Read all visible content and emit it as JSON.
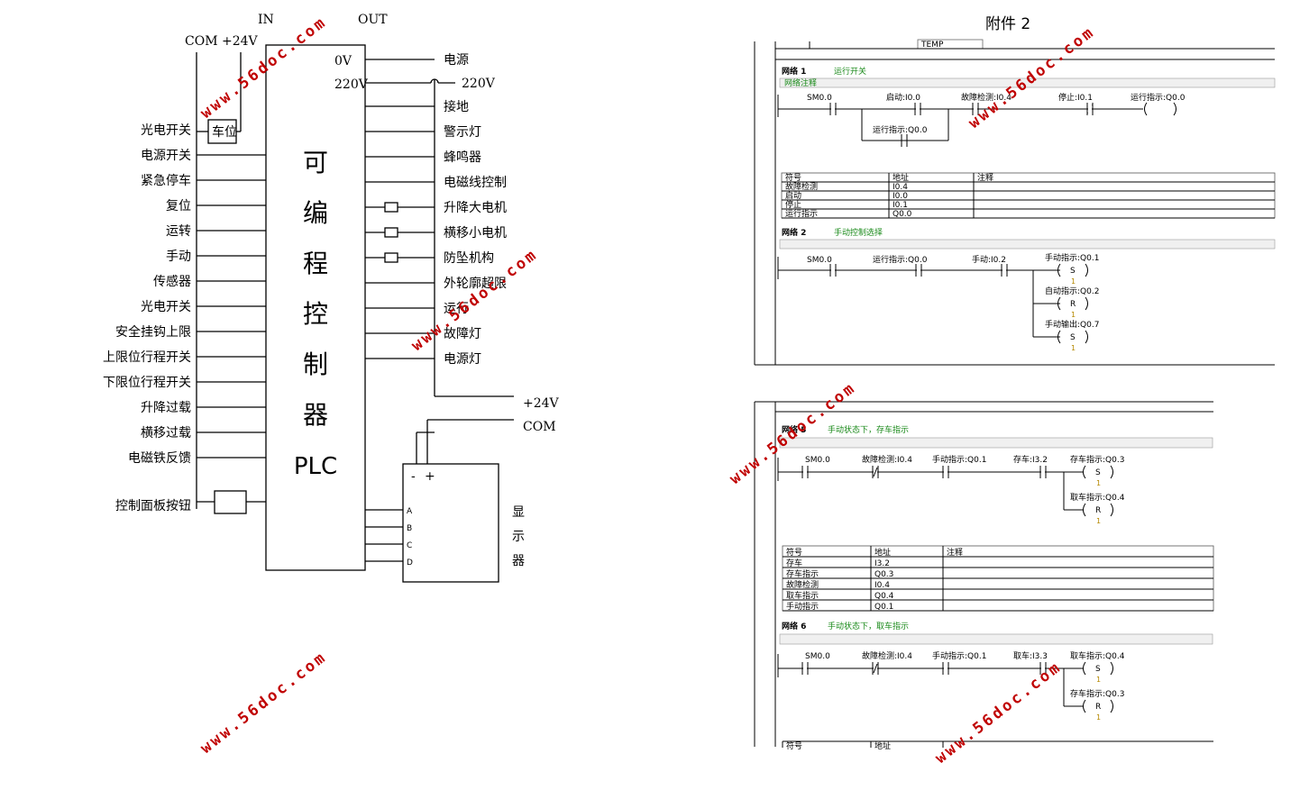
{
  "wiring": {
    "top_labels": {
      "com": "COM",
      "v24": "+24V",
      "in": "IN",
      "out": "OUT"
    },
    "position_box": "车位",
    "inputs": [
      "光电开关",
      "电源开关",
      "紧急停车",
      "复位",
      "运转",
      "手动",
      "传感器",
      "光电开关",
      "安全挂钩上限",
      "上限位行程开关",
      "下限位行程开关",
      "升降过载",
      "横移过载",
      "电磁铁反馈"
    ],
    "panel_button": "控制面板按钮",
    "plc_label": [
      "可",
      "编",
      "程",
      "控",
      "制",
      "器",
      "PLC"
    ],
    "plc_top": {
      "ov": "0V",
      "v220": "220V"
    },
    "outputs": [
      "电源",
      "接地",
      "警示灯",
      "蜂鸣器",
      "电磁线控制",
      "升降大电机",
      "横移小电机",
      "防坠机构",
      "外轮廓超限",
      "运行",
      "故障灯",
      "电源灯"
    ],
    "supply_220": "220V",
    "supply": {
      "v24": "+24V",
      "com": "COM"
    },
    "display": {
      "terminals": [
        "-",
        "+"
      ],
      "pins": [
        "A",
        "B",
        "C",
        "D"
      ],
      "label": [
        "显",
        "示",
        "器"
      ]
    }
  },
  "attachment_title": "附件 2",
  "ladder_top": {
    "temp_header": "TEMP",
    "network1": {
      "title": "网络 1",
      "comment": "运行开关",
      "note": "网络注释",
      "contacts": [
        "SM0.0",
        "启动:I0.0",
        "故障检测:I0.4",
        "停止:I0.1"
      ],
      "coil": "运行指示:Q0.0",
      "branch": "运行指示:Q0.0",
      "table_headers": [
        "符号",
        "地址",
        "注释"
      ],
      "table_rows": [
        [
          "故障检测",
          "I0.4"
        ],
        [
          "启动",
          "I0.0"
        ],
        [
          "停止",
          "I0.1"
        ],
        [
          "运行指示",
          "Q0.0"
        ]
      ]
    },
    "network2": {
      "title": "网络 2",
      "comment": "手动控制选择",
      "contacts": [
        "SM0.0",
        "运行指示:Q0.0",
        "手动:I0.2"
      ],
      "coils": [
        {
          "name": "手动指示:Q0.1",
          "op": "S",
          "n": "1"
        },
        {
          "name": "自动指示:Q0.2",
          "op": "R",
          "n": "1"
        },
        {
          "name": "手动输出:Q0.7",
          "op": "S",
          "n": "1"
        }
      ]
    }
  },
  "ladder_bottom": {
    "network5": {
      "title": "网络 5",
      "comment": "手动状态下，存车指示",
      "contacts": [
        "SM0.0",
        "故障检测:I0.4",
        "手动指示:Q0.1",
        "存车:I3.2"
      ],
      "coils": [
        {
          "name": "存车指示:Q0.3",
          "op": "S",
          "n": "1"
        },
        {
          "name": "取车指示:Q0.4",
          "op": "R",
          "n": "1"
        }
      ],
      "table_headers": [
        "符号",
        "地址",
        "注释"
      ],
      "table_rows": [
        [
          "存车",
          "I3.2"
        ],
        [
          "存车指示",
          "Q0.3"
        ],
        [
          "故障检测",
          "I0.4"
        ],
        [
          "取车指示",
          "Q0.4"
        ],
        [
          "手动指示",
          "Q0.1"
        ]
      ]
    },
    "network6": {
      "title": "网络 6",
      "comment": "手动状态下，取车指示",
      "contacts": [
        "SM0.0",
        "故障检测:I0.4",
        "手动指示:Q0.1",
        "取车:I3.3"
      ],
      "coils": [
        {
          "name": "取车指示:Q0.4",
          "op": "S",
          "n": "1"
        },
        {
          "name": "存车指示:Q0.3",
          "op": "R",
          "n": "1"
        }
      ],
      "table_headers": [
        "符号",
        "地址"
      ]
    }
  },
  "watermark": "www.56doc.com"
}
